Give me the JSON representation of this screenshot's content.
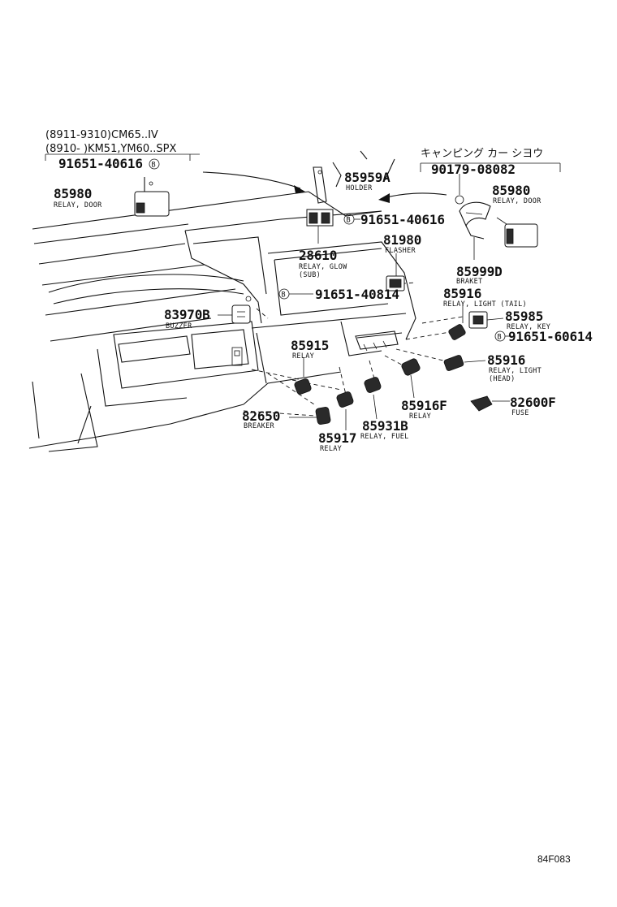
{
  "header": {
    "line1": "(8911-9310)CM65..IV",
    "line2": "(8910-      )KM51,YM60..SPX",
    "bolt_left": "91651-40616",
    "jp_title": "キャンピング  カー  シヨウ",
    "nut_right": "90179-08082"
  },
  "bolt_marker": "B",
  "parts": [
    {
      "id": "p85980a",
      "number": "85980",
      "label": "RELAY, DOOR"
    },
    {
      "id": "p85959a",
      "number": "85959A",
      "label": "HOLDER"
    },
    {
      "id": "p85980b",
      "number": "85980",
      "label": "RELAY, DOOR"
    },
    {
      "id": "p91651a",
      "number": "91651-40616",
      "label": ""
    },
    {
      "id": "p28610",
      "number": "28610",
      "label": "RELAY, GLOW",
      "label2": "(SUB)"
    },
    {
      "id": "p81980",
      "number": "81980",
      "label": "FLASHER"
    },
    {
      "id": "p85999d",
      "number": "85999D",
      "label": "BRAKET"
    },
    {
      "id": "p91651b",
      "number": "91651-40814",
      "label": ""
    },
    {
      "id": "p85916a",
      "number": "85916",
      "label": "RELAY, LIGHT (TAIL)"
    },
    {
      "id": "p83970b",
      "number": "83970B",
      "label": "BUZZER"
    },
    {
      "id": "p85985",
      "number": "85985",
      "label": "RELAY, KEY"
    },
    {
      "id": "p91651c",
      "number": "91651-60614",
      "label": ""
    },
    {
      "id": "p85915",
      "number": "85915",
      "label": "RELAY"
    },
    {
      "id": "p85916b",
      "number": "85916",
      "label": "RELAY, LIGHT",
      "label2": "(HEAD)"
    },
    {
      "id": "p85916f",
      "number": "85916F",
      "label": "RELAY"
    },
    {
      "id": "p82600f",
      "number": "82600F",
      "label": "FUSE"
    },
    {
      "id": "p82650",
      "number": "82650",
      "label": "BREAKER"
    },
    {
      "id": "p85931b",
      "number": "85931B",
      "label": "RELAY, FUEL"
    },
    {
      "id": "p85917",
      "number": "85917",
      "label": "RELAY"
    }
  ],
  "footer": {
    "code": "84F083"
  }
}
